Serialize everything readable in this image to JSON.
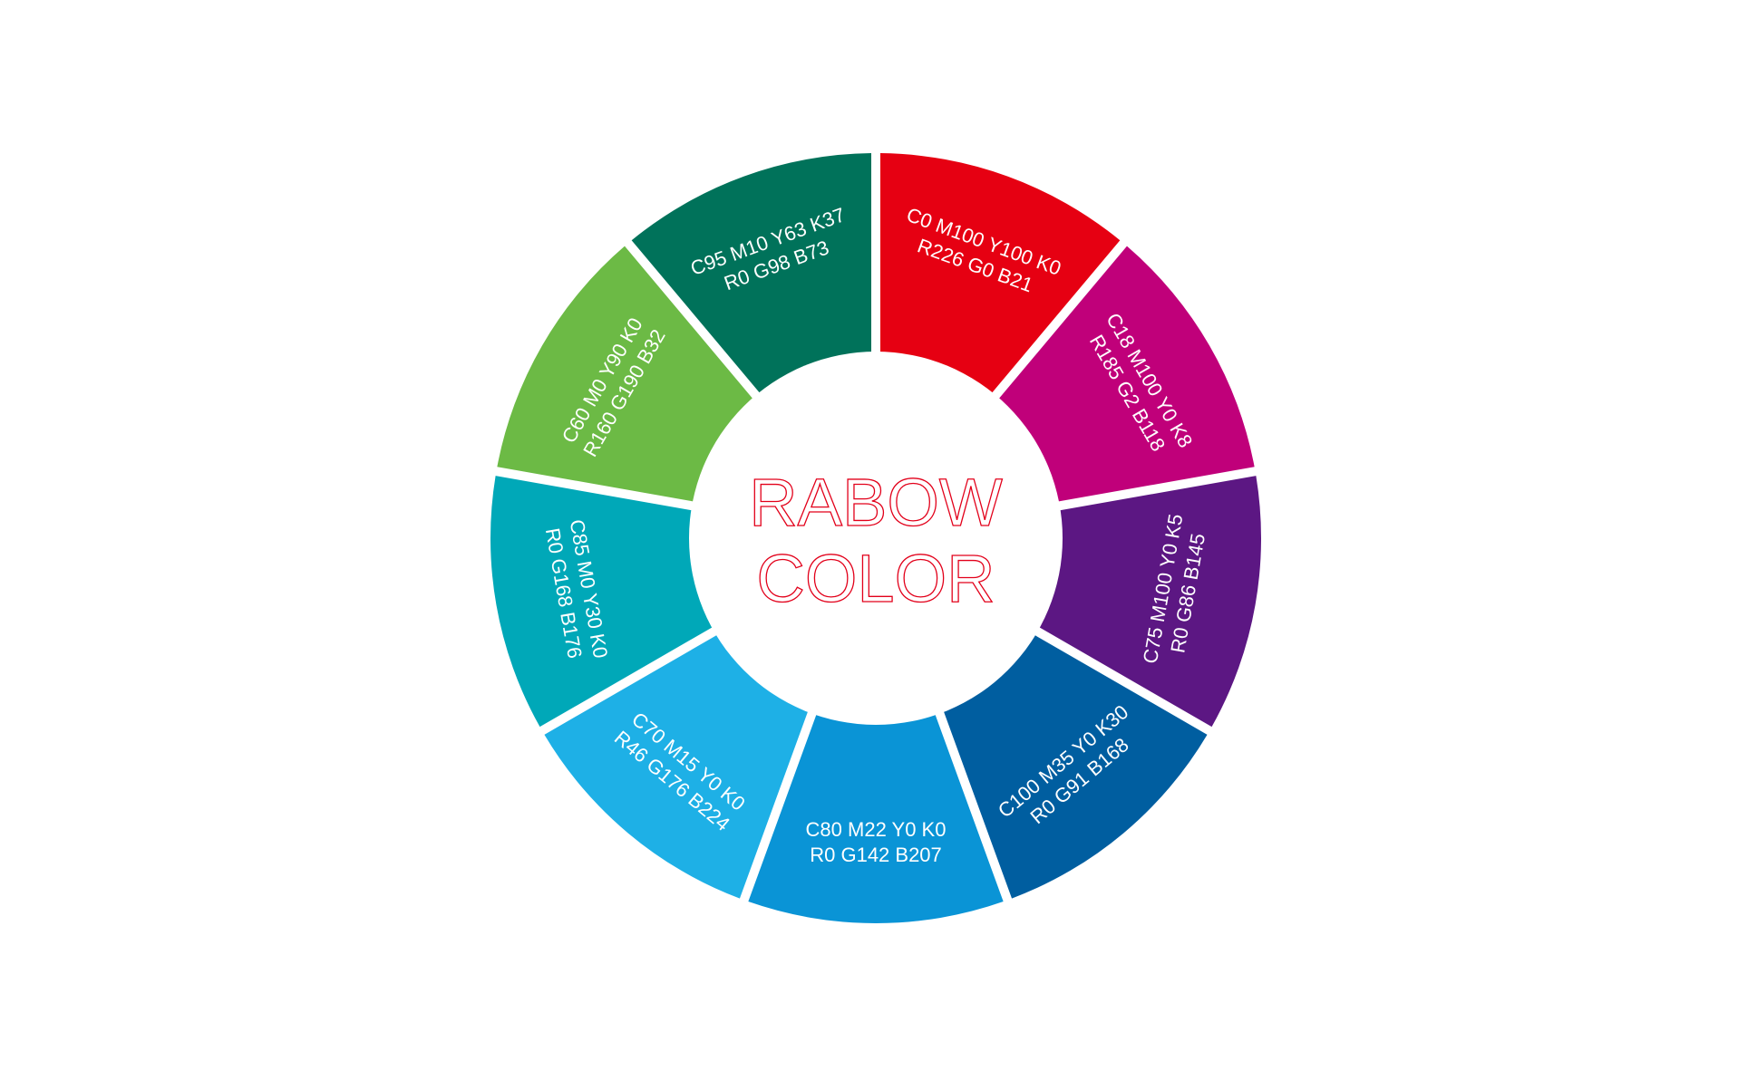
{
  "title": {
    "line1": "RABOW",
    "line2": "COLOR",
    "color": "#e2001a"
  },
  "segments": [
    {
      "line1": "C0 M100 Y100 K0",
      "line2": "R226 G0 B21",
      "color": "#e60012"
    },
    {
      "line1": "C18 M100 Y0 K8",
      "line2": "R185 G2 B118",
      "color": "#c0007a"
    },
    {
      "line1": "C75 M100 Y0 K5",
      "line2": "R0 G86 B145",
      "color": "#5c1783"
    },
    {
      "line1": "C100 M35 Y0 K30",
      "line2": "R0 G91 B168",
      "color": "#005ea0"
    },
    {
      "line1": "C80 M22 Y0 K0",
      "line2": "R0 G142 B207",
      "color": "#0a94d6"
    },
    {
      "line1": "C70 M15 Y0 K0",
      "line2": "R46 G176 B224",
      "color": "#1eb0e6"
    },
    {
      "line1": "C85 M0 Y30 K0",
      "line2": "R0 G168 B176",
      "color": "#00a8b8"
    },
    {
      "line1": "C60 M0 Y90 K0",
      "line2": "R160 G190 B32",
      "color": "#6cba45"
    },
    {
      "line1": "C95 M10 Y63 K37",
      "line2": "R0 G98 B73",
      "color": "#00725a"
    }
  ]
}
